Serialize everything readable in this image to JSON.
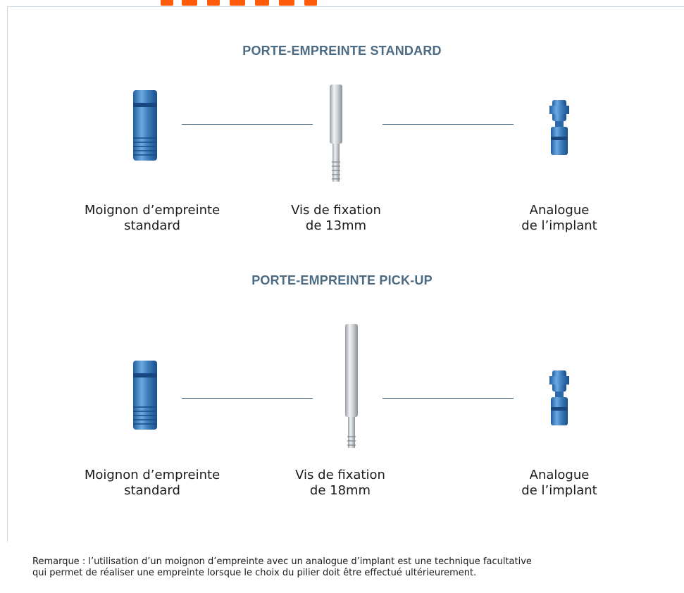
{
  "sections": [
    {
      "heading": "PORTE-EMPREINTE STANDARD",
      "items": [
        {
          "line1": "Moignon d’empreinte",
          "line2": "standard",
          "icon": "impression-coping-icon"
        },
        {
          "line1": "Vis de fixation",
          "line2": "de 13mm",
          "icon": "fixation-screw-icon"
        },
        {
          "line1": "Analogue",
          "line2": "de l’implant",
          "icon": "implant-analog-icon"
        }
      ]
    },
    {
      "heading": "PORTE-EMPREINTE PICK-UP",
      "items": [
        {
          "line1": "Moignon d’empreinte",
          "line2": "standard",
          "icon": "impression-coping-icon"
        },
        {
          "line1": "Vis de fixation",
          "line2": "de 18mm",
          "icon": "fixation-screw-icon"
        },
        {
          "line1": "Analogue",
          "line2": "de l’implant",
          "icon": "implant-analog-icon"
        }
      ]
    }
  ],
  "note": {
    "line1": "Remarque : l’utilisation d’un moignon d’empreinte avec un analogue d’implant est une technique facultative",
    "line2": "qui permet de réaliser une empreinte lorsque le choix du pilier doit être effectué ultérieurement."
  },
  "colors": {
    "heading": "#4c6a82",
    "connector": "#3f5f78",
    "frame": "#c9d6e3",
    "title_accent": "#ff5a0a",
    "metal_blue": "#3f7fbe",
    "metal_silver": "#c8ccd0"
  }
}
